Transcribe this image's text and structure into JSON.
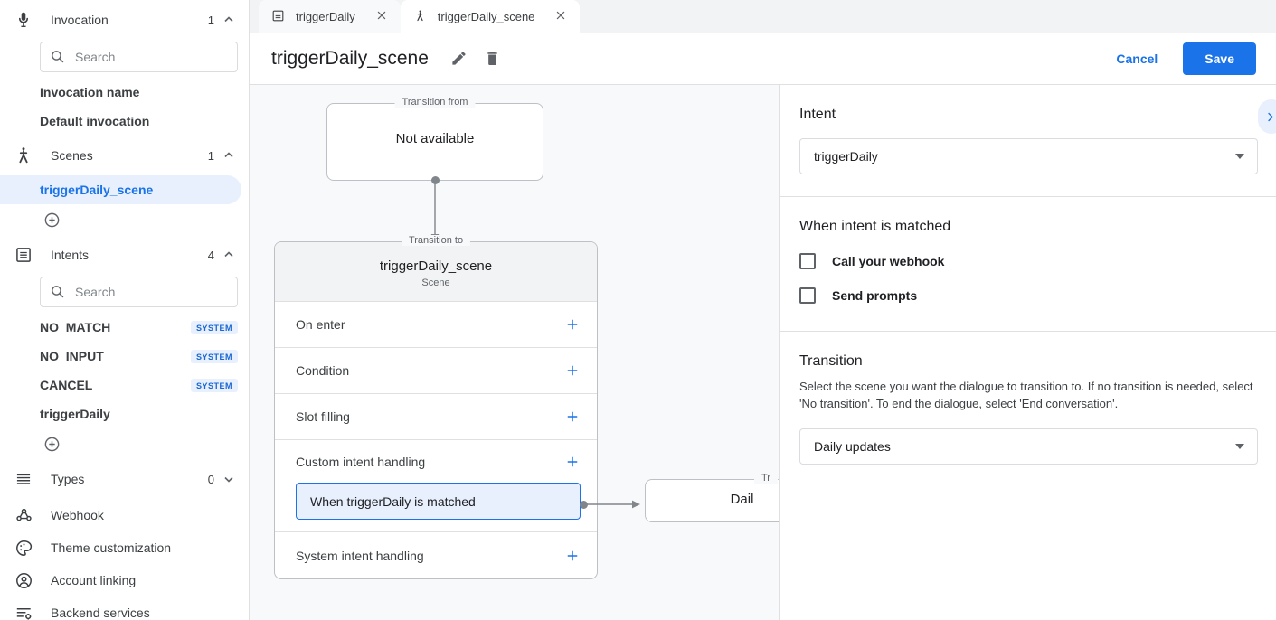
{
  "sidebar": {
    "sections": [
      {
        "id": "invocation",
        "icon": "microphone-icon",
        "label": "Invocation",
        "count": "1",
        "chevron": "chevron-up-icon",
        "search_placeholder": "Search",
        "items": [
          {
            "label": "Invocation name",
            "badge": "",
            "selected": false
          },
          {
            "label": "Default invocation",
            "badge": "",
            "selected": false
          }
        ],
        "add_label": "add-icon"
      },
      {
        "id": "scenes",
        "icon": "scene-icon",
        "label": "Scenes",
        "count": "1",
        "chevron": "chevron-up-icon",
        "search_placeholder": "",
        "items": [
          {
            "label": "triggerDaily_scene",
            "badge": "",
            "selected": true
          }
        ],
        "add_label": "add-icon"
      },
      {
        "id": "intents",
        "icon": "intent-icon",
        "label": "Intents",
        "count": "4",
        "chevron": "chevron-up-icon",
        "search_placeholder": "Search",
        "items": [
          {
            "label": "NO_MATCH",
            "badge": "SYSTEM",
            "selected": false
          },
          {
            "label": "NO_INPUT",
            "badge": "SYSTEM",
            "selected": false
          },
          {
            "label": "CANCEL",
            "badge": "SYSTEM",
            "selected": false
          },
          {
            "label": "triggerDaily",
            "badge": "",
            "selected": false
          }
        ],
        "add_label": "add-icon"
      }
    ],
    "types": {
      "icon": "list-icon",
      "label": "Types",
      "count": "0",
      "chevron": "chevron-down-icon"
    },
    "nav": [
      {
        "icon": "webhook-icon",
        "label": "Webhook"
      },
      {
        "icon": "palette-icon",
        "label": "Theme customization"
      },
      {
        "icon": "account-icon",
        "label": "Account linking"
      },
      {
        "icon": "backend-icon",
        "label": "Backend services"
      }
    ]
  },
  "tabs": [
    {
      "icon": "intent-icon",
      "label": "triggerDaily",
      "close": "close-icon",
      "active": false
    },
    {
      "icon": "scene-icon",
      "label": "triggerDaily_scene",
      "close": "close-icon",
      "active": true
    }
  ],
  "header": {
    "title": "triggerDaily_scene",
    "edit_icon": "pencil-icon",
    "delete_icon": "trash-icon",
    "cancel_label": "Cancel",
    "save_label": "Save"
  },
  "canvas": {
    "node_from": {
      "legend": "Transition from",
      "title": "Not available"
    },
    "scene": {
      "legend": "Transition to",
      "title": "triggerDaily_scene",
      "subtitle": "Scene",
      "rows": [
        {
          "label": "On enter",
          "add": "plus-icon"
        },
        {
          "label": "Condition",
          "add": "plus-icon"
        },
        {
          "label": "Slot filling",
          "add": "plus-icon"
        },
        {
          "label": "Custom intent handling",
          "add": "plus-icon"
        },
        {
          "label": "System intent handling",
          "add": "plus-icon"
        }
      ],
      "handler_chip": "When triggerDaily is matched"
    },
    "node_to": {
      "legend": "Tr",
      "title": "Dail"
    }
  },
  "panel": {
    "intent": {
      "heading": "Intent",
      "selected": "triggerDaily",
      "caret": "chevron-down-icon"
    },
    "matched": {
      "heading": "When intent is matched",
      "checkboxes": [
        {
          "label": "Call your webhook",
          "checked": false
        },
        {
          "label": "Send prompts",
          "checked": false
        }
      ]
    },
    "transition": {
      "heading": "Transition",
      "description": "Select the scene you want the dialogue to transition to. If no transition is needed, select 'No transition'. To end the dialogue, select 'End conversation'.",
      "selected": "Daily updates",
      "caret": "chevron-down-icon"
    },
    "collapse_icon": "chevron-right-icon"
  },
  "colors": {
    "accent": "#1a73e8",
    "accent_light": "#e8f0fe",
    "canvas_bg": "#f8f9fa",
    "border": "#dadce0"
  }
}
